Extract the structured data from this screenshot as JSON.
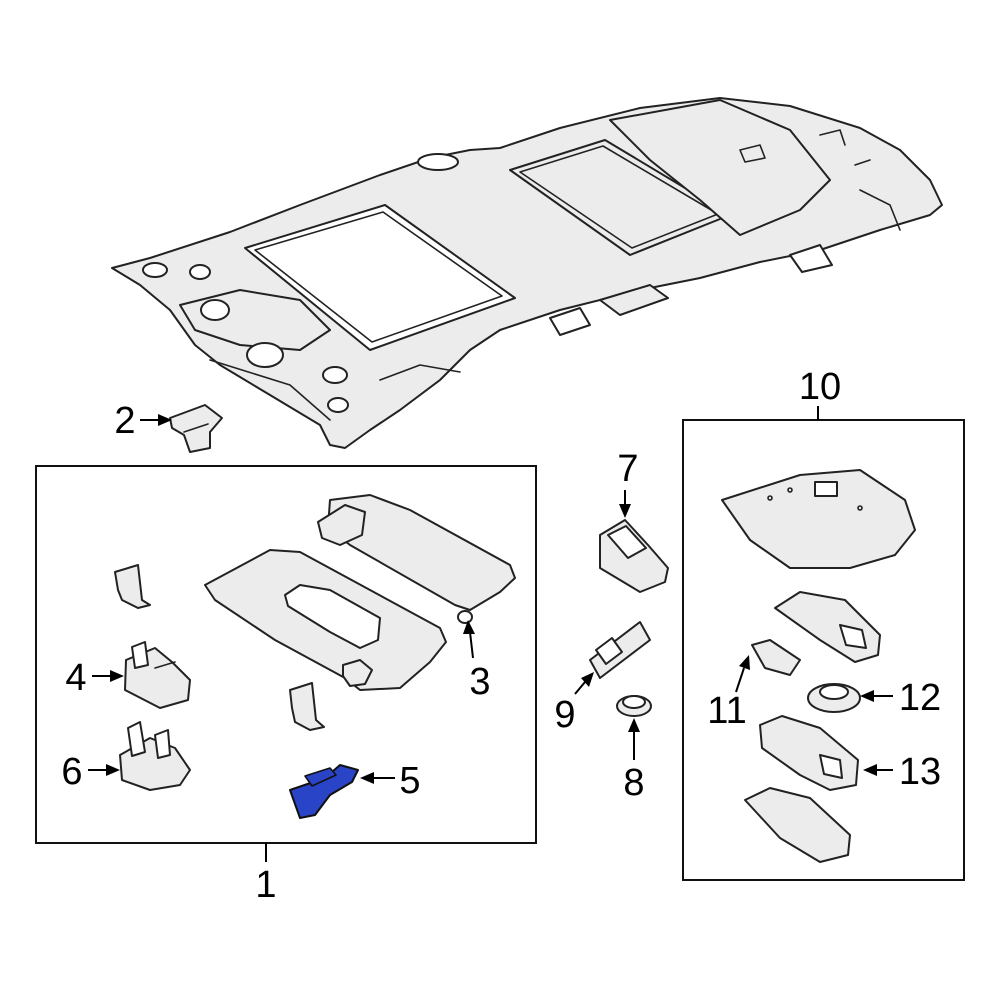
{
  "callouts": {
    "c1": "1",
    "c2": "2",
    "c3": "3",
    "c4": "4",
    "c5": "5",
    "c6": "6",
    "c7": "7",
    "c8": "8",
    "c9": "9",
    "c10": "10",
    "c11": "11",
    "c12": "12",
    "c13": "13"
  },
  "colors": {
    "highlight": "#2a44c8",
    "line": "#222222",
    "part_fill": "#ececec"
  }
}
